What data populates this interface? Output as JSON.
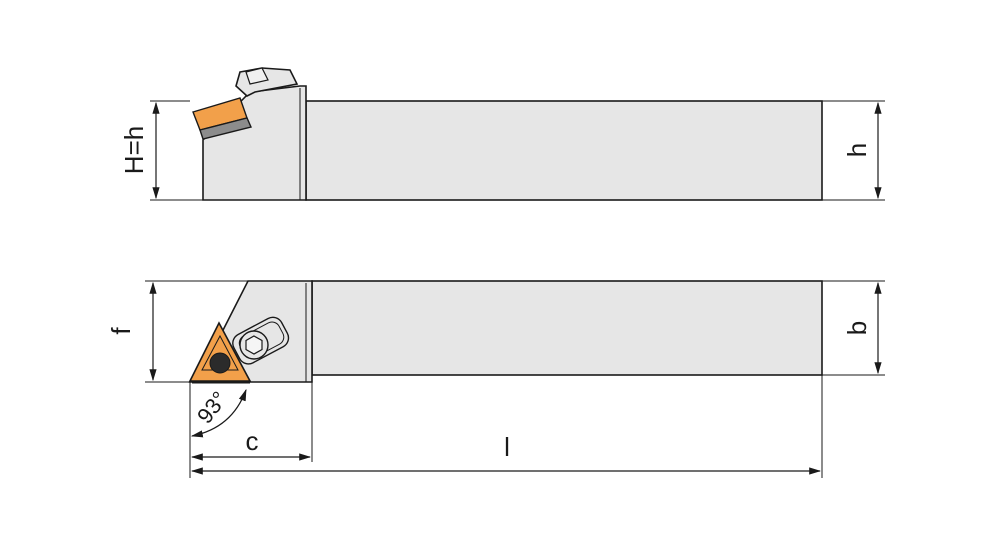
{
  "labels": {
    "height_left": "H=h",
    "height_right": "h",
    "width_f": "f",
    "width_b": "b",
    "length_c": "c",
    "length_l": "l",
    "angle": "93°"
  },
  "colors": {
    "body": "#e6e6e6",
    "outline": "#1a1a1a",
    "insert": "#f2a04a",
    "insert_dark": "#8c8c8c",
    "screw": "#2b2b2b"
  }
}
